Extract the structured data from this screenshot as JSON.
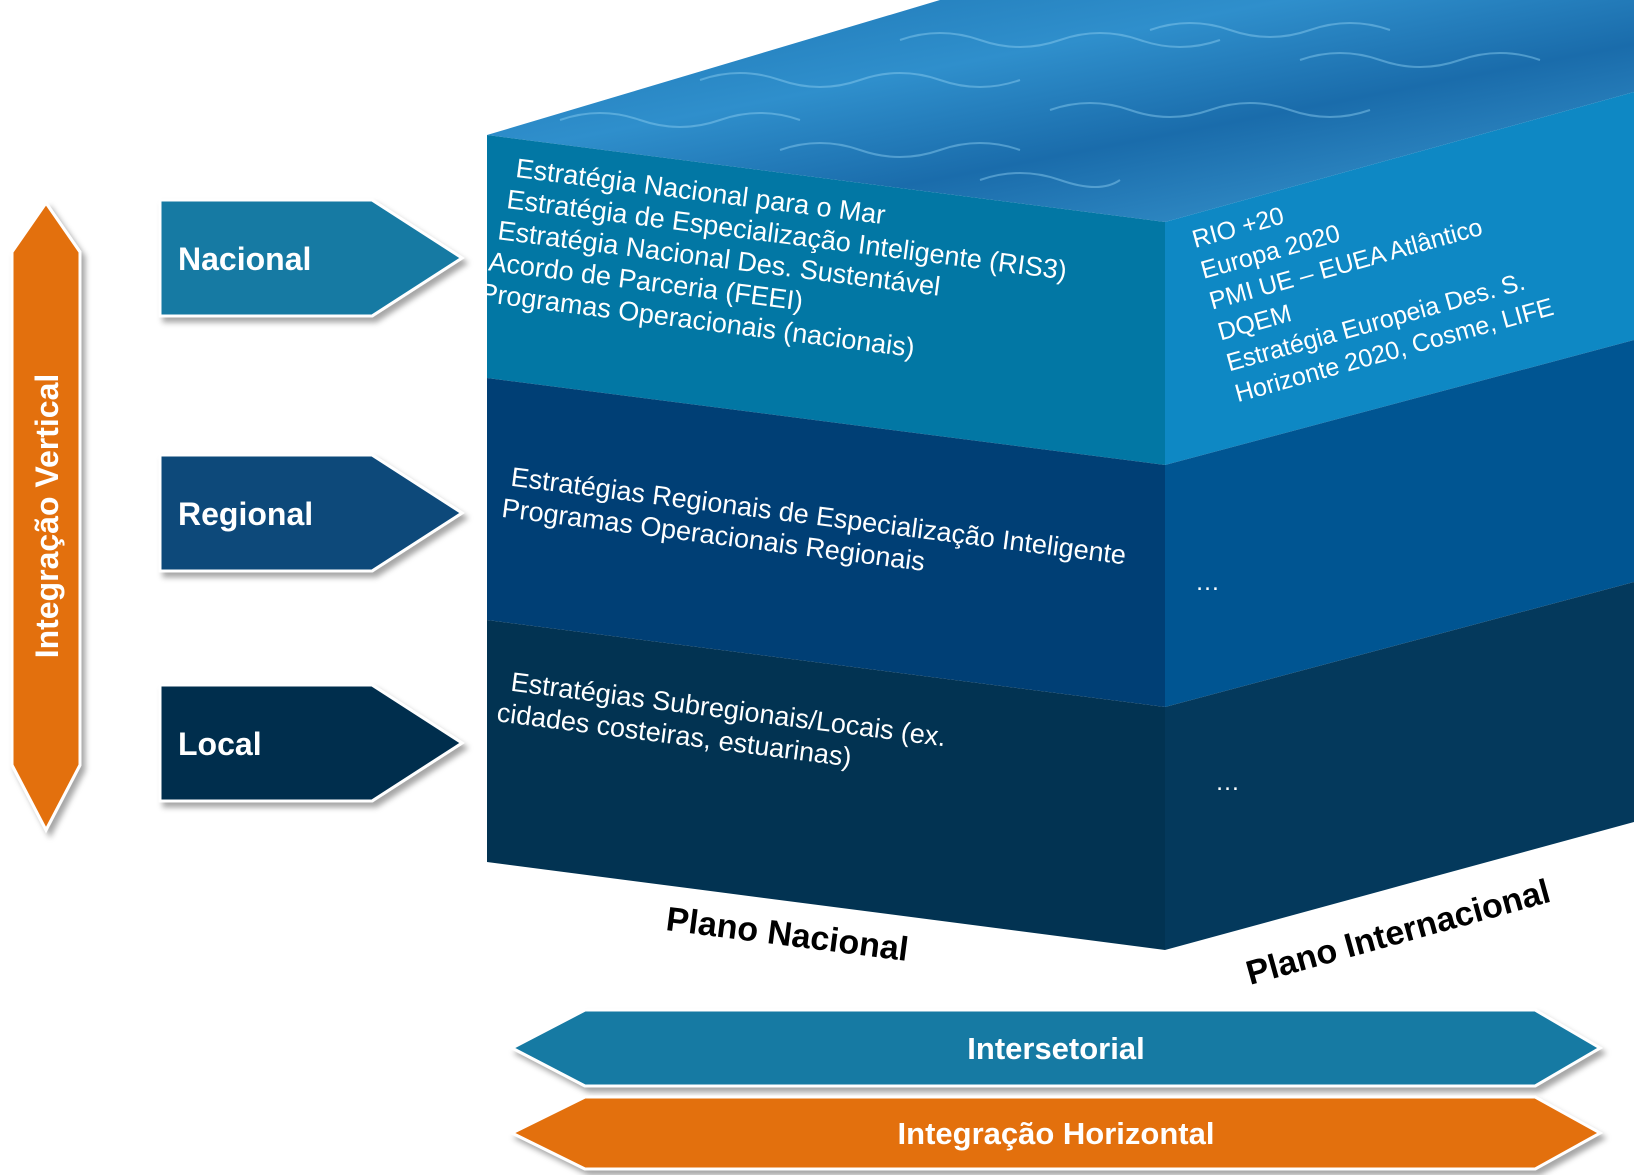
{
  "levels": {
    "nacional": "Nacional",
    "regional": "Regional",
    "local": "Local"
  },
  "vertical_axis_label": "Integração Vertical",
  "front_face": {
    "nacional": [
      "Estratégia Nacional para o Mar",
      "Estratégia de Especialização Inteligente (RIS3)",
      "Estratégia Nacional Des. Sustentável",
      "Acordo de Parceria (FEEI)",
      "Programas Operacionais (nacionais)"
    ],
    "regional": [
      "Estratégias Regionais de Especialização Inteligente",
      "Programas Operacionais Regionais"
    ],
    "local": [
      "Estratégias Subregionais/Locais (ex.",
      "cidades costeiras, estuarinas)"
    ]
  },
  "side_face": {
    "nacional": [
      "RIO +20",
      "Europa 2020",
      "PMI UE – EUEA Atlântico",
      "DQEM",
      "Estratégia Europeia Des. S.",
      "Horizonte 2020, Cosme, LIFE"
    ],
    "regional": "…",
    "local": "…"
  },
  "plane_labels": {
    "front": "Plano Nacional",
    "side": "Plano Internacional"
  },
  "bands": {
    "intersectoral": "Intersetorial",
    "horizontal": "Integração Horizontal"
  },
  "colors": {
    "orange": "#e3700f",
    "teal": "#177aa3",
    "navy_mid": "#0c4a7a",
    "navy_dark": "#042f4d",
    "front_top": "#0277a4",
    "front_mid": "#003f75",
    "front_bottom": "#023352",
    "side_top": "#0e88c4",
    "side_mid": "#005592",
    "side_bottom": "#04395c"
  }
}
